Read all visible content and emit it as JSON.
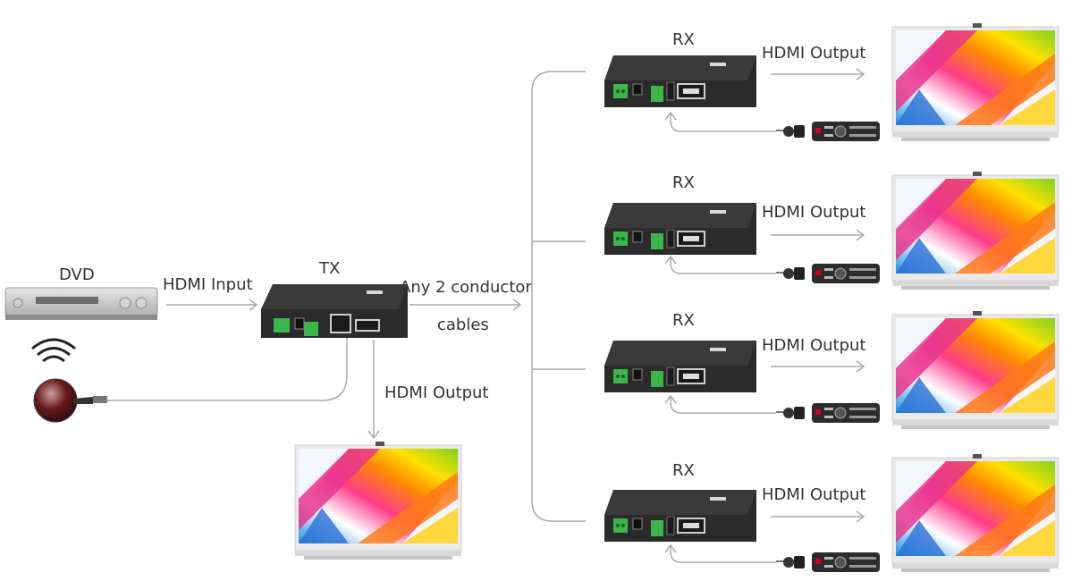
{
  "labels": {
    "dvd": "DVD",
    "hdmi_input": "HDMI Input",
    "tx": "TX",
    "cable_line1": "Any 2 conductor",
    "cable_line2": "cables",
    "tx_hdmi_output": "HDMI Output"
  },
  "receivers": [
    {
      "title": "RX",
      "output": "HDMI Output"
    },
    {
      "title": "RX",
      "output": "HDMI Output"
    },
    {
      "title": "RX",
      "output": "HDMI Output"
    },
    {
      "title": "RX",
      "output": "HDMI Output"
    }
  ],
  "colors": {
    "line": "#aaaaaa",
    "device": "#2b2b2b",
    "terminal": "#3cb54a",
    "label": "#333333"
  }
}
